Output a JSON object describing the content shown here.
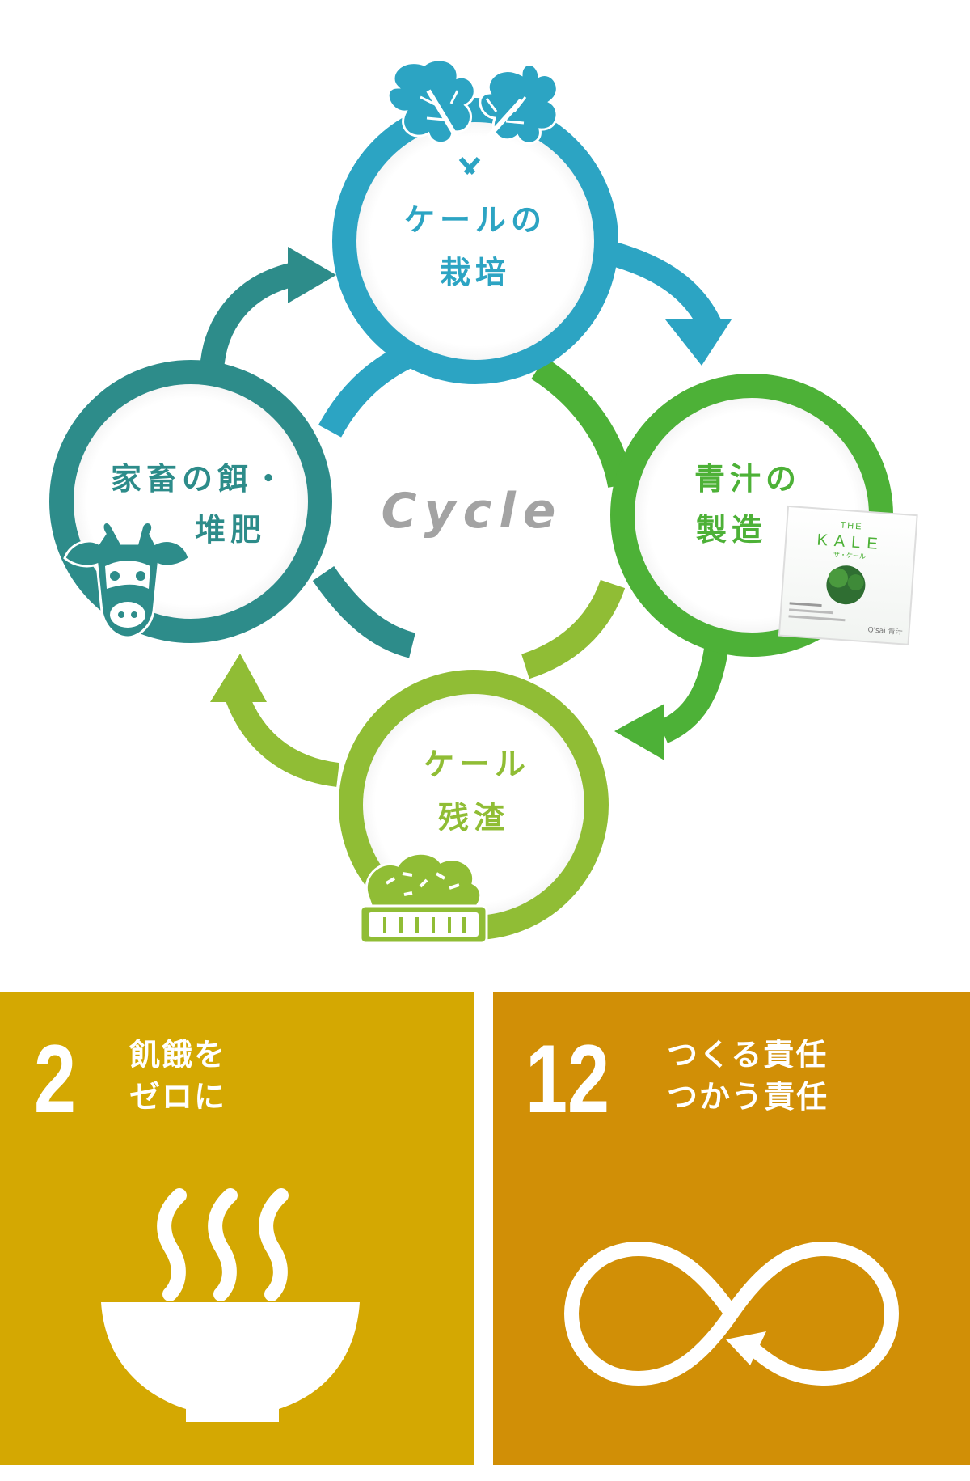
{
  "cycle": {
    "center_label": "Cycle",
    "nodes": [
      {
        "id": "cultivation",
        "lines": [
          "ケールの",
          "栽培"
        ],
        "color": "#2ca4c3",
        "icon": "kale-leaves-icon"
      },
      {
        "id": "juice",
        "lines": [
          "青汁の",
          "製造"
        ],
        "color": "#4db137",
        "icon": "product-package-icon"
      },
      {
        "id": "residue",
        "lines": [
          "ケール",
          "残渣"
        ],
        "color": "#90bd35",
        "icon": "residue-basket-icon"
      },
      {
        "id": "feed",
        "lines": [
          "家畜の餌・",
          "堆肥"
        ],
        "color": "#2d8c8a",
        "icon": "cow-icon"
      }
    ],
    "product": {
      "brand_small": "THE",
      "brand": "KALE",
      "brand_kana": "ザ・ケール",
      "maker": "Q'sai 青汁"
    }
  },
  "sdgs": [
    {
      "number": "2",
      "title_lines": [
        "飢餓を",
        "ゼロに"
      ],
      "color": "#d4a802",
      "icon": "bowl-icon"
    },
    {
      "number": "12",
      "title_lines": [
        "つくる責任",
        "つかう責任"
      ],
      "color": "#d18f06",
      "icon": "infinity-icon"
    }
  ]
}
